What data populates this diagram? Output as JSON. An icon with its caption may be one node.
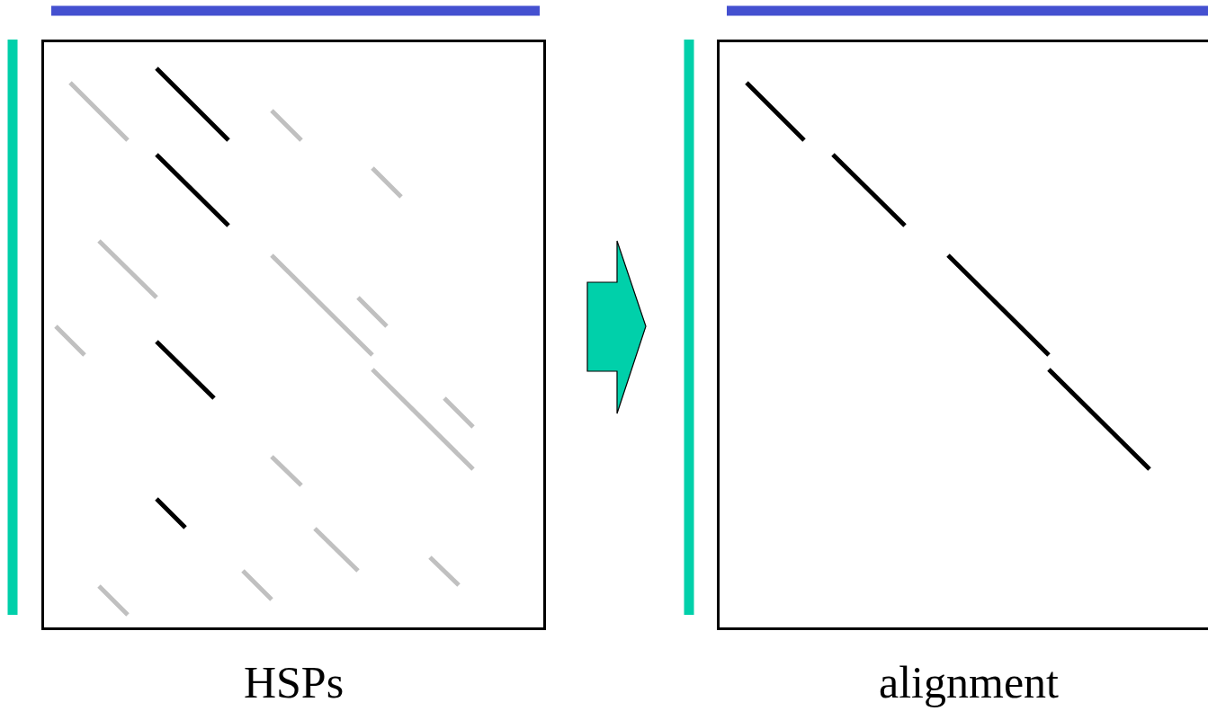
{
  "diagram": {
    "nodes": [
      {
        "text": [
          "HSPs"
        ]
      },
      {
        "text": [
          "alignment"
        ]
      }
    ],
    "edges": [
      {
        "from": 0,
        "to": 1,
        "arrow": "to"
      }
    ]
  }
}
